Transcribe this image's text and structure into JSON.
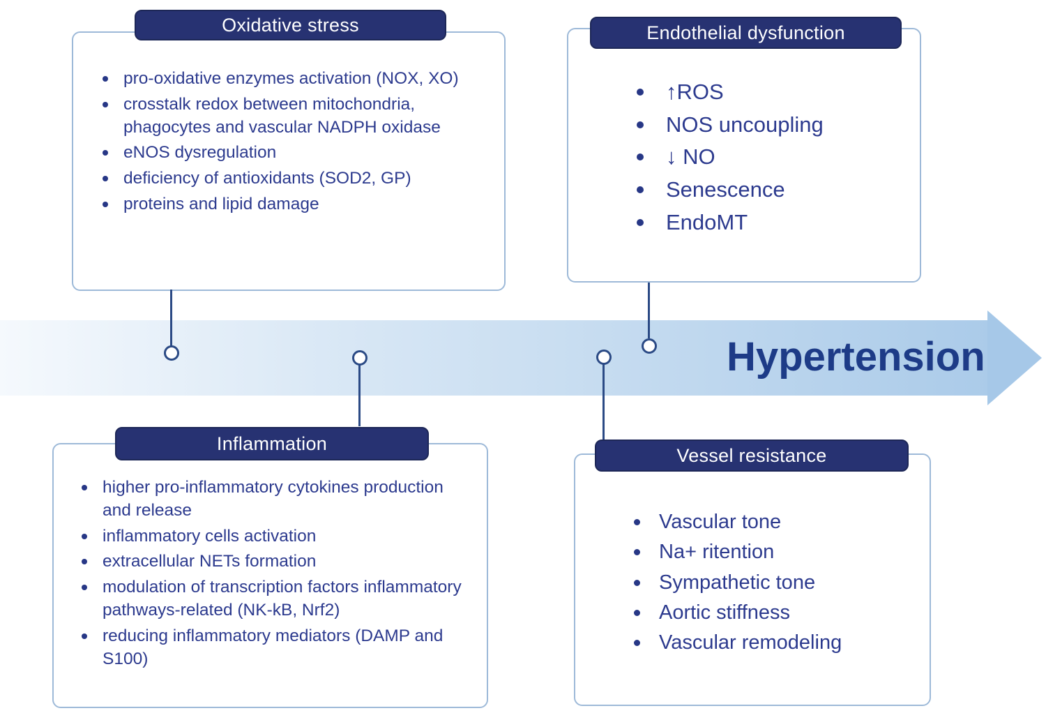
{
  "figure": {
    "arrow_label": "Hypertension"
  },
  "boxes": {
    "oxidative": {
      "title": "Oxidative stress",
      "items": [
        "pro-oxidative enzymes activation (NOX, XO)",
        "crosstalk redox between mitochondria, phagocytes and vascular NADPH oxidase",
        "eNOS dysregulation",
        "deficiency of antioxidants (SOD2, GP)",
        "proteins and lipid damage"
      ]
    },
    "endothelial": {
      "title": "Endothelial dysfunction",
      "items": [
        "↑ROS",
        "NOS uncoupling",
        "↓ NO",
        "Senescence",
        "EndoMT"
      ]
    },
    "inflammation": {
      "title": "Inflammation",
      "items": [
        "higher pro-inflammatory cytokines production and release",
        "inflammatory cells activation",
        "extracellular NETs formation",
        "modulation of transcription factors inflammatory pathways-related (NK-kB, Nrf2)",
        "reducing inflammatory mediators (DAMP and S100)"
      ]
    },
    "vessel": {
      "title": "Vessel resistance",
      "items": [
        "Vascular tone",
        "Na+ ritention",
        "Sympathetic tone",
        "Aortic stiffness",
        "Vascular remodeling"
      ]
    }
  },
  "colors": {
    "header_bg": "#273272",
    "panel_border": "#9db9d8",
    "list_text": "#2c3a8e",
    "arrow_gradient_start": "#f5f9fd",
    "arrow_gradient_end": "#abcbe9",
    "arrow_label_text": "#1d3b87",
    "connector": "#2b4a85"
  }
}
